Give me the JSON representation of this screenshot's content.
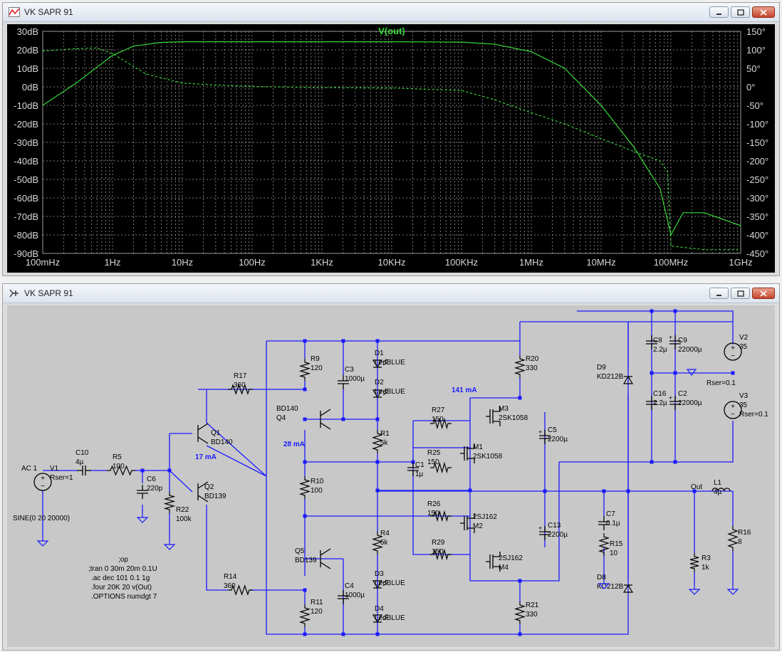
{
  "plot_window": {
    "title": "VK SAPR 91",
    "trace_label": "V(out)",
    "colors": {
      "trace": "#39d83a",
      "grid": "#7a7a7a",
      "axis_text": "#d8d8d8",
      "background": "#000000"
    }
  },
  "schematic_window": {
    "title": "VK SAPR 91",
    "colors": {
      "wire": "#1a1aff",
      "component": "#000000",
      "annotation": "#1a1aff",
      "background": "#c8c8c8"
    }
  },
  "chart_data": {
    "type": "line",
    "title": "V(out)",
    "x_scale": "log",
    "x_ticks": [
      "100mHz",
      "1Hz",
      "10Hz",
      "100Hz",
      "1KHz",
      "10KHz",
      "100KHz",
      "1MHz",
      "10MHz",
      "100MHz",
      "1GHz"
    ],
    "xlim": [
      0.1,
      1000000000
    ],
    "y_left_ticks": [
      "30dB",
      "20dB",
      "10dB",
      "0dB",
      "-10dB",
      "-20dB",
      "-30dB",
      "-40dB",
      "-50dB",
      "-60dB",
      "-70dB",
      "-80dB",
      "-90dB"
    ],
    "ylim_left": [
      -90,
      30
    ],
    "y_right_ticks": [
      "150°",
      "100°",
      "50°",
      "0°",
      "-50°",
      "-100°",
      "-150°",
      "-200°",
      "-250°",
      "-300°",
      "-350°",
      "-400°",
      "-450°"
    ],
    "ylim_right": [
      -450,
      150
    ],
    "series": [
      {
        "name": "magnitude",
        "style": "solid",
        "x": [
          0.1,
          0.3,
          1,
          2,
          5,
          10,
          100,
          1000,
          10000,
          100000,
          300000,
          1000000,
          3000000,
          10000000,
          30000000,
          70000000,
          100000000,
          150000000,
          300000000,
          1000000000
        ],
        "y": [
          -10,
          2,
          17,
          22,
          24,
          24.4,
          24.4,
          24.4,
          24.4,
          24.2,
          23,
          19,
          10,
          -10,
          -33,
          -55,
          -80,
          -68,
          -68,
          -75
        ]
      },
      {
        "name": "phase",
        "style": "dashed",
        "x": [
          0.1,
          0.3,
          0.6,
          1,
          3,
          10,
          30,
          100,
          1000,
          10000,
          100000,
          300000,
          1000000,
          3000000,
          10000000,
          30000000,
          70000000,
          90000000,
          100000000,
          300000000,
          1000000000
        ],
        "y": [
          97,
          103,
          105,
          90,
          35,
          10,
          5,
          1,
          -2,
          -3,
          -10,
          -35,
          -70,
          -100,
          -140,
          -175,
          -200,
          -230,
          -430,
          -440,
          -440
        ]
      }
    ]
  },
  "schematic": {
    "components": [
      {
        "name": "AC 1",
        "lines": [
          "AC 1"
        ]
      },
      {
        "name": "V1",
        "lines": [
          "V1",
          "Rser=1"
        ]
      },
      {
        "name": "C10",
        "lines": [
          "C10",
          "4µ"
        ]
      },
      {
        "name": "R5",
        "lines": [
          "R5",
          "100"
        ]
      },
      {
        "name": "C6",
        "lines": [
          "C6",
          "220p"
        ]
      },
      {
        "name": "R22",
        "lines": [
          "R22",
          "100k"
        ]
      },
      {
        "name": "R17",
        "lines": [
          "R17",
          "360"
        ]
      },
      {
        "name": "R14",
        "lines": [
          "R14",
          "360"
        ]
      },
      {
        "name": "Q1",
        "lines": [
          "Q1",
          "BD140"
        ]
      },
      {
        "name": "Q2",
        "lines": [
          "Q2",
          "BD139"
        ]
      },
      {
        "name": "R9",
        "lines": [
          "R9",
          "120"
        ]
      },
      {
        "name": "Q4",
        "lines": [
          "BD140",
          "Q4"
        ]
      },
      {
        "name": "R10",
        "lines": [
          "R10",
          "100"
        ]
      },
      {
        "name": "Q5",
        "lines": [
          "Q5",
          "BD139"
        ]
      },
      {
        "name": "R11",
        "lines": [
          "R11",
          "120"
        ]
      },
      {
        "name": "C3",
        "lines": [
          "C3",
          "1000µ"
        ]
      },
      {
        "name": "C4",
        "lines": [
          "C4",
          "1000µ"
        ]
      },
      {
        "name": "D1",
        "lines": [
          "D1",
          "LedBLUE"
        ]
      },
      {
        "name": "D2",
        "lines": [
          "D2",
          "LedBLUE"
        ]
      },
      {
        "name": "D3",
        "lines": [
          "D3",
          "LedBLUE"
        ]
      },
      {
        "name": "D4",
        "lines": [
          "D4",
          "LedBLUE"
        ]
      },
      {
        "name": "R1",
        "lines": [
          "R1",
          "5k"
        ]
      },
      {
        "name": "R4",
        "lines": [
          "R4",
          "5k"
        ]
      },
      {
        "name": "C1",
        "lines": [
          "C1",
          "1µ"
        ]
      },
      {
        "name": "R27",
        "lines": [
          "R27",
          "150"
        ]
      },
      {
        "name": "R25",
        "lines": [
          "R25",
          "150"
        ]
      },
      {
        "name": "R26",
        "lines": [
          "R26",
          "150"
        ]
      },
      {
        "name": "R29",
        "lines": [
          "R29",
          "150"
        ]
      },
      {
        "name": "M3",
        "lines": [
          "M3",
          "2SK1058"
        ]
      },
      {
        "name": "M1",
        "lines": [
          "M1",
          "2SK1058"
        ]
      },
      {
        "name": "M2",
        "lines": [
          "2SJ162",
          "M2"
        ]
      },
      {
        "name": "M4",
        "lines": [
          "2SJ162",
          "M4"
        ]
      },
      {
        "name": "R20",
        "lines": [
          "R20",
          "330"
        ]
      },
      {
        "name": "R21",
        "lines": [
          "R21",
          "330"
        ]
      },
      {
        "name": "C5",
        "lines": [
          "C5",
          "2200µ"
        ]
      },
      {
        "name": "C13",
        "lines": [
          "C13",
          "2200µ"
        ]
      },
      {
        "name": "D9",
        "lines": [
          "D9",
          "KD212B"
        ]
      },
      {
        "name": "D8",
        "lines": [
          "D8",
          "KD212B"
        ]
      },
      {
        "name": "C8",
        "lines": [
          "C8",
          "2.2µ"
        ]
      },
      {
        "name": "C9",
        "lines": [
          "C9",
          "22000µ"
        ]
      },
      {
        "name": "C16",
        "lines": [
          "C16",
          "2.2µ"
        ]
      },
      {
        "name": "C2",
        "lines": [
          "C2",
          "22000µ"
        ]
      },
      {
        "name": "V2",
        "lines": [
          "V2",
          "35"
        ]
      },
      {
        "name": "V3",
        "lines": [
          "V3",
          "35",
          "Rser=0.1"
        ]
      },
      {
        "name": "Rser",
        "lines": [
          "Rser=0.1"
        ]
      },
      {
        "name": "C7",
        "lines": [
          "C7",
          "0.1µ"
        ]
      },
      {
        "name": "R15",
        "lines": [
          "R15",
          "10"
        ]
      },
      {
        "name": "R3",
        "lines": [
          "R3",
          "1k"
        ]
      },
      {
        "name": "L1",
        "lines": [
          "L1",
          "4µ"
        ]
      },
      {
        "name": "R16",
        "lines": [
          "R16",
          "8"
        ]
      },
      {
        "name": "Out",
        "lines": [
          "Out"
        ]
      }
    ],
    "annotations": {
      "i_141": "141 mA",
      "i_17": "17 mA",
      "i_28": "28 mA",
      "source": "SINE(0 20 20000)",
      "directives": [
        ";op",
        ";tran 0 30m 20m 0.1U",
        ".ac dec 101 0.1 1g",
        ".four 20K 20 v(Out)",
        ".OPTIONS numdgt 7"
      ]
    }
  }
}
